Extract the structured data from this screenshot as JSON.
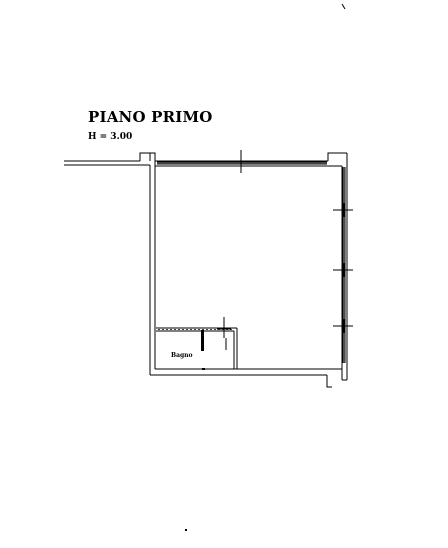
{
  "plan": {
    "title": "PIANO PRIMO",
    "height_label": "H = 3.00",
    "rooms": [
      {
        "label": "Bagno"
      }
    ]
  },
  "colors": {
    "line": "#000000",
    "background": "#ffffff"
  }
}
